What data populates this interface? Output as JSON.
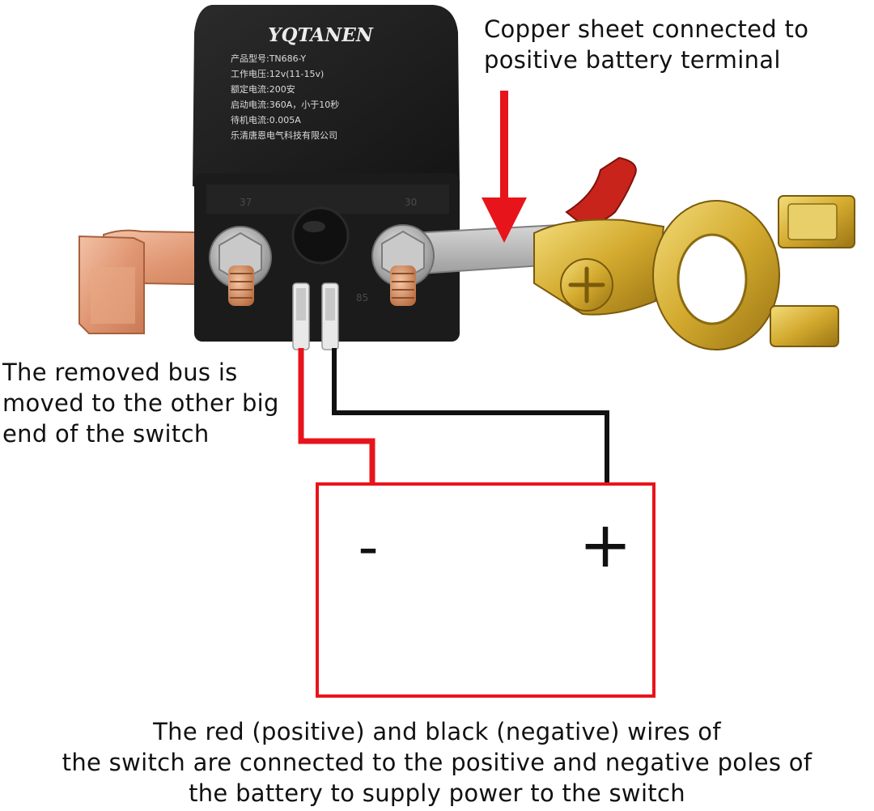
{
  "relay": {
    "brand": "YQTANEN",
    "spec_lines": [
      "产品型号:TN686-Y",
      "工作电压:12v(11-15v)",
      "额定电流:200安",
      "启动电流:360A，小于10秒",
      "待机电流:0.005A",
      "乐清唐恩电气科技有限公司"
    ],
    "terminal_labels": [
      "37",
      "30",
      "85"
    ]
  },
  "annotations": {
    "top": [
      "Copper sheet connected to",
      "positive battery terminal"
    ],
    "left": [
      "The removed bus is",
      "moved to the other big",
      "end of the switch"
    ],
    "bottom": [
      "The red (positive) and black (negative) wires of",
      "the switch are connected to the positive and negative poles of",
      "the battery to supply power to the switch"
    ]
  },
  "battery": {
    "negative_symbol": "-",
    "positive_symbol": "+"
  },
  "colors": {
    "wire_red": "#e8141b",
    "wire_black": "#111111",
    "arrow_red": "#e8141b",
    "battery_outline": "#e8141b",
    "relay_body": "#1f1f1f",
    "relay_text": "#e9e9e9",
    "copper": "#e3a07e",
    "brass": "#d3aa2e",
    "steel": "#b8b8b8"
  }
}
